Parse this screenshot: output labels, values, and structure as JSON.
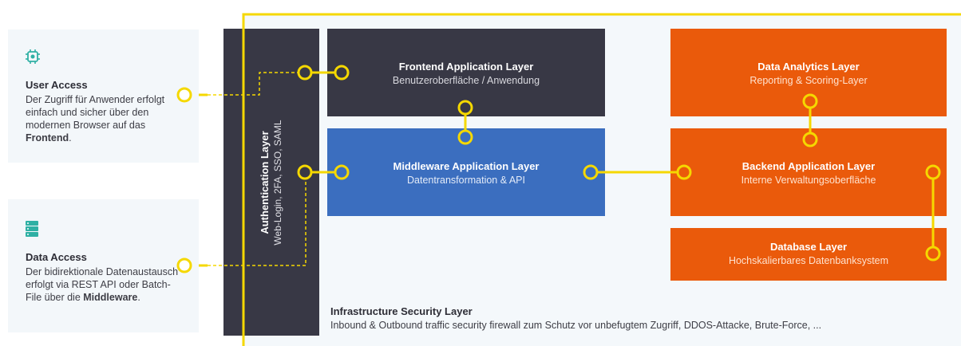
{
  "colors": {
    "accent_yellow": "#f5d800",
    "dark_layer": "#383845",
    "middleware_blue": "#3b6ebf",
    "backend_orange": "#ea5a0b",
    "card_background": "#f3f7fa",
    "icon_teal": "#2fb0a4"
  },
  "user_access": {
    "icon": "user-access-icon",
    "title": "User Access",
    "text_before": "Der Zugriff für Anwender erfolgt einfach und sicher über den modernen Browser auf das ",
    "text_bold": "Frontend",
    "text_after": "."
  },
  "data_access": {
    "icon": "server-icon",
    "title": "Data Access",
    "text_before": "Der bidirektionale Datenaustausch erfolgt via REST API oder Batch-File über die ",
    "text_bold": "Middleware",
    "text_after": "."
  },
  "auth_layer": {
    "title": "Authentication Layer",
    "subtitle": "Web-Login, 2FA, SSO, SAML"
  },
  "frontend_layer": {
    "title": "Frontend Application Layer",
    "subtitle": "Benutzeroberfläche / Anwendung"
  },
  "middleware_layer": {
    "title": "Middleware Application Layer",
    "subtitle": "Datentransformation & API"
  },
  "analytics_layer": {
    "title": "Data Analytics Layer",
    "subtitle": "Reporting & Scoring-Layer"
  },
  "backend_layer": {
    "title": "Backend Application Layer",
    "subtitle": "Interne Verwaltungsoberfläche"
  },
  "database_layer": {
    "title": "Database Layer",
    "subtitle": "Hochskalierbares Datenbanksystem"
  },
  "infra_layer": {
    "title": "Infrastructure Security Layer",
    "subtitle": "Inbound & Outbound traffic security firewall zum Schutz vor unbefugtem Zugriff, DDOS-Attacke, Brute-Force, ..."
  }
}
